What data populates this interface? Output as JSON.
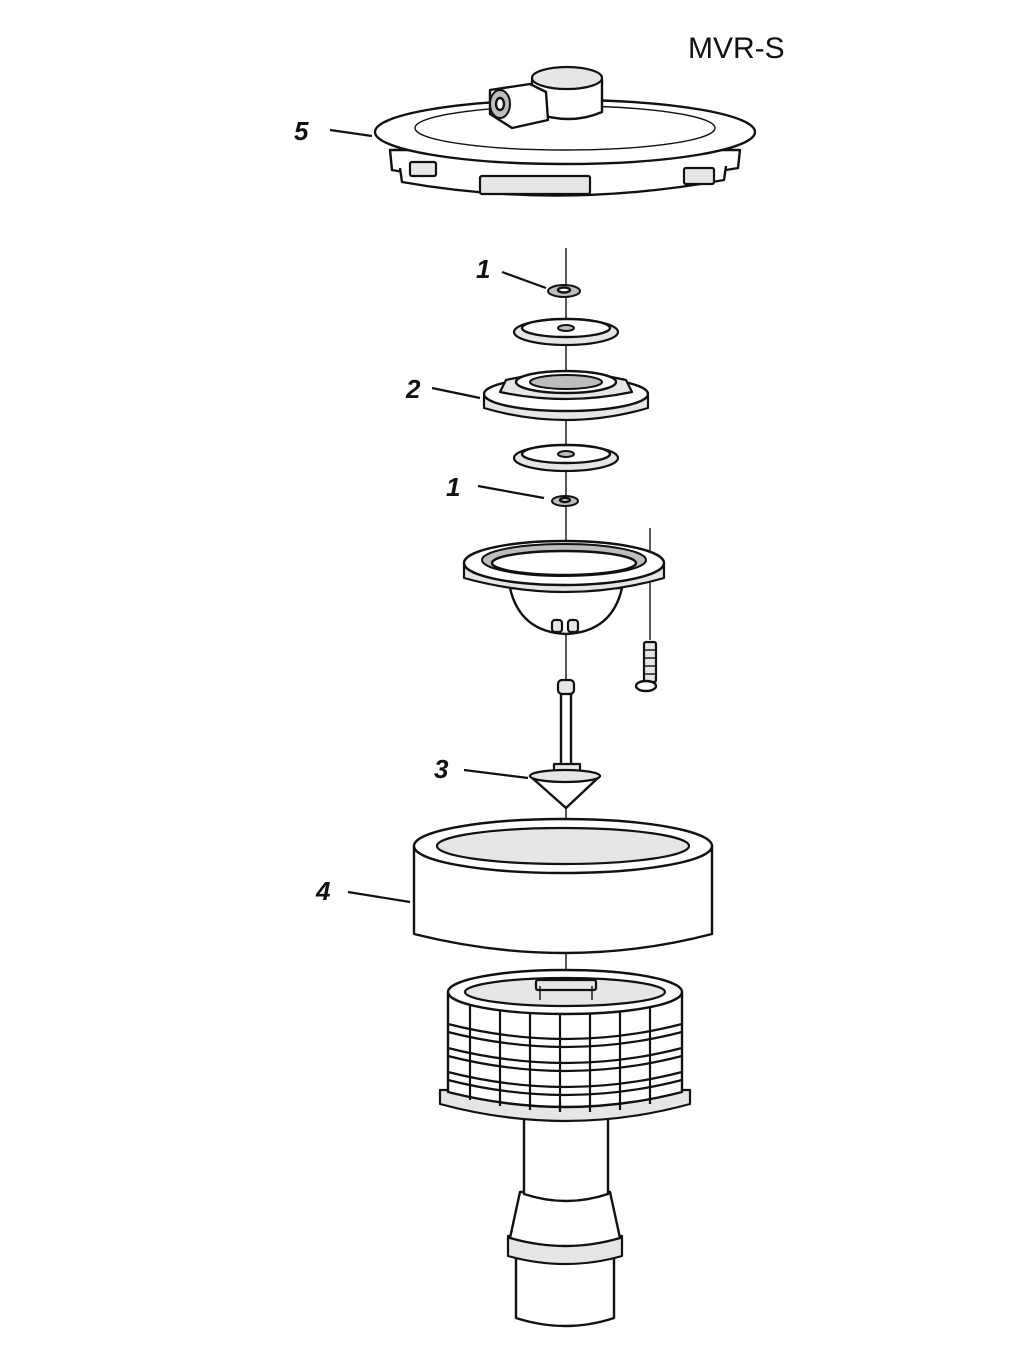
{
  "title": "MVR-S",
  "callouts": [
    {
      "id": "lid",
      "label": "5"
    },
    {
      "id": "o-ring-top",
      "label": "1"
    },
    {
      "id": "seat",
      "label": "2"
    },
    {
      "id": "o-ring-bottom",
      "label": "1"
    },
    {
      "id": "float",
      "label": "3"
    },
    {
      "id": "filter-sleeve",
      "label": "4"
    }
  ]
}
